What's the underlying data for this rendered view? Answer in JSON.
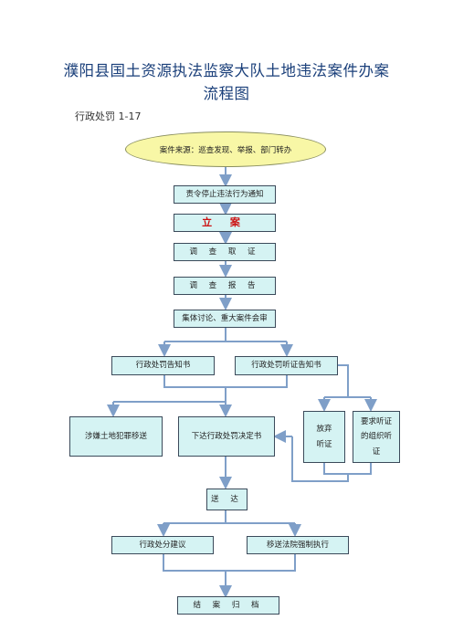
{
  "title_line1": "濮阳县国土资源执法监察大队土地违法案件办案",
  "title_line2": "流程图",
  "subtitle": "行政处罚   1-17",
  "nodes": {
    "source": "案件来源：巡查发现、举报、部门转办",
    "stop_notice": "责令停止违法行为通知",
    "register": "立 案",
    "investigate": "调 查 取 证",
    "report": "调 查 报 告",
    "collective": "集体讨论、重大案件会审",
    "penalty_notice": "行政处罚告知书",
    "hearing_notice": "行政处罚听证告知书",
    "criminal_transfer": "涉嫌土地犯罪移送",
    "decision": "下达行政处罚决定书",
    "waive_hearing": "放弃听证",
    "request_hearing": "要求听证的组织听证",
    "serve": "送 达",
    "sanction_advice": "行政处分建议",
    "court_enforce": "移送法院强制执行",
    "archive": "结 案 归 档"
  }
}
